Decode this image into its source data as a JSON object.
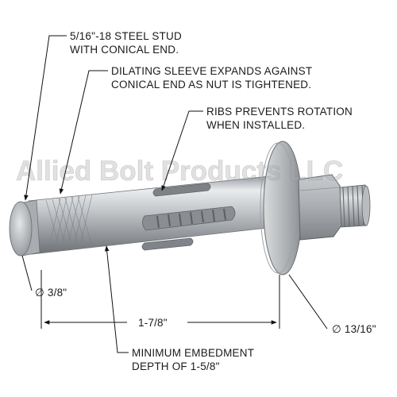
{
  "callouts": {
    "stud_line1": "5/16\"-18 STEEL STUD",
    "stud_line2": "WITH CONICAL END.",
    "sleeve_line1": "DILATING SLEEVE EXPANDS AGAINST",
    "sleeve_line2": "CONICAL END AS NUT IS TIGHTENED.",
    "ribs_line1": "RIBS PREVENTS ROTATION",
    "ribs_line2": "WHEN INSTALLED.",
    "embed_line1": "MINIMUM EMBEDMENT",
    "embed_line2": "DEPTH OF 1-5/8\""
  },
  "dimensions": {
    "diameter": "∅ 3/8\"",
    "length": "1-7/8\"",
    "washer_diameter": "∅ 13/16\""
  },
  "watermark": "Allied Bolt Products LLC"
}
